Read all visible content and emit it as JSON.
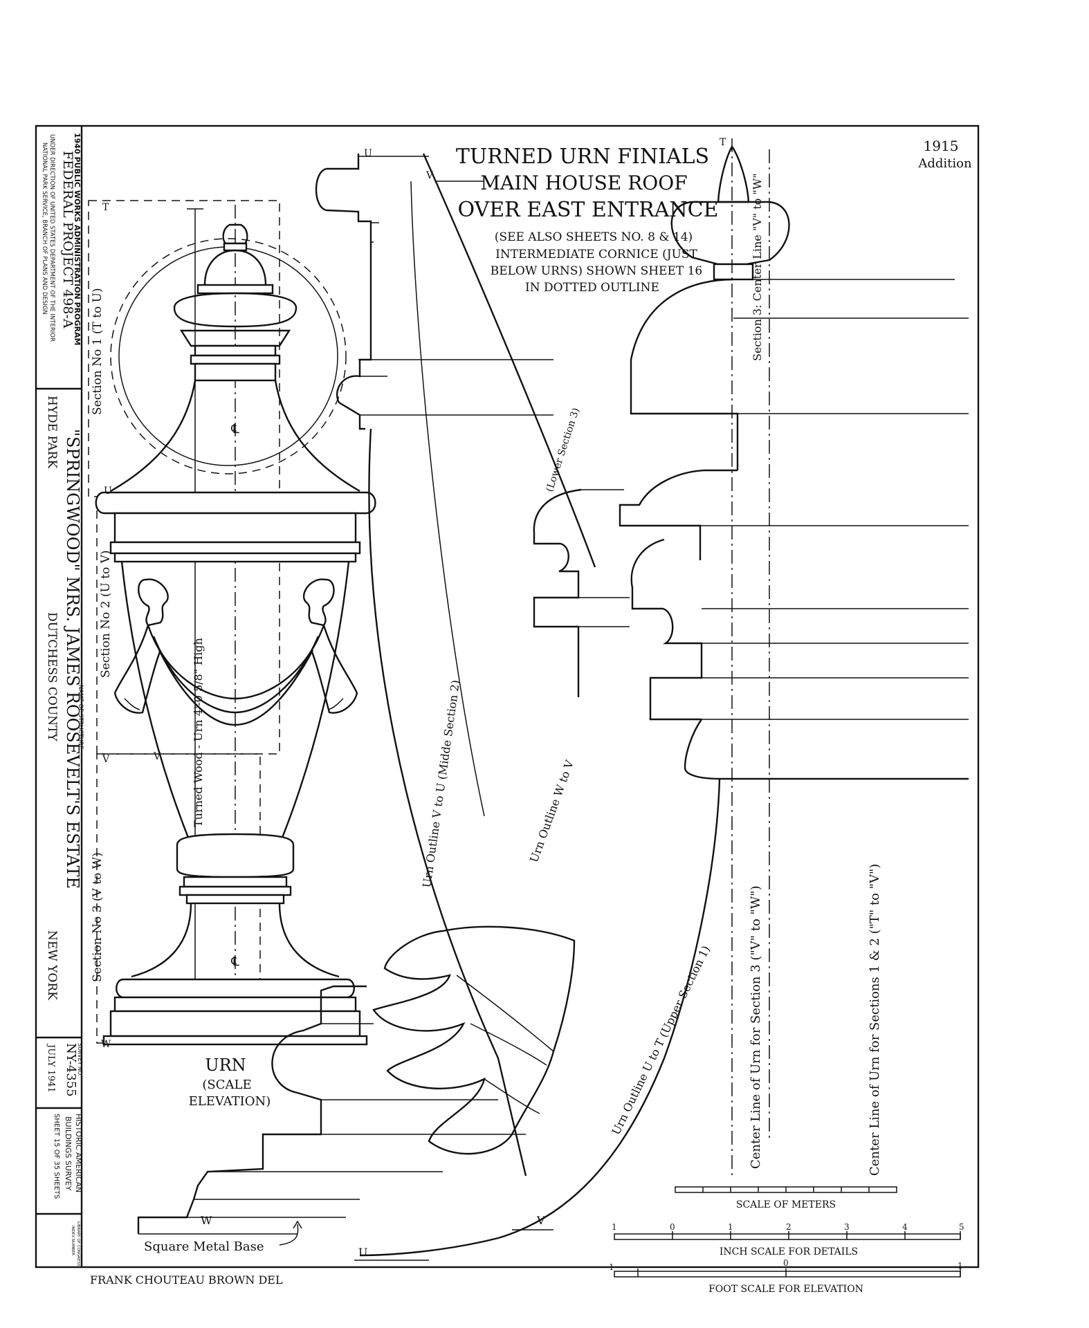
{
  "title_block": {
    "program": "1940 PUBLIC WORKS ADMINISTRATION PROGRAM",
    "project": "FEDERAL PROJECT 498-A",
    "direction_line1": "UNDER DIRECTION OF UNITED STATES DEPARTMENT OF THE INTERIOR",
    "direction_line2": "NATIONAL PARK SERVICE, BRANCH OF PLANS AND DESIGN",
    "name_label": "NAME OF STRUCTURE",
    "structure_name": "\"SPRINGWOOD\" MRS. JAMES ROOSEVELT'S ESTATE",
    "location_town": "HYDE PARK",
    "location_county": "DUTCHESS COUNTY",
    "location_state": "NEW YORK",
    "survey_label": "SURVEY NO.",
    "survey_no": "NY-4355",
    "date": "JULY 1941",
    "habs_line1": "HISTORIC AMERICAN",
    "habs_line2": "BUILDINGS SURVEY",
    "sheet": "SHEET 15 OF 35 SHEETS",
    "loc_line1": "LIBRARY OF CONGRESS",
    "loc_line2": "INDEX NUMBER"
  },
  "heading": {
    "line1": "TURNED URN FINIALS",
    "line2": "MAIN HOUSE ROOF",
    "line3": "OVER EAST ENTRANCE",
    "note1": "(SEE ALSO SHEETS NO. 8 & 14)",
    "note2": "INTERMEDIATE CORNICE (JUST",
    "note3": "BELOW URNS) SHOWN SHEET 16",
    "note4": "IN DOTTED OUTLINE"
  },
  "addition": {
    "year": "1915",
    "label": "Addition"
  },
  "elevation": {
    "title": "URN",
    "scale_label": "(SCALE",
    "elevation_label": "ELEVATION)",
    "height_note": "Turned Wood - Urn 4'-0 5/8\" High",
    "section1": "Section No 1 (T to U)",
    "section2": "Section No 2 (U to V)",
    "section3": "Section No 3 (V to W)",
    "centerline_mark": "℄"
  },
  "markers": {
    "t": "T",
    "u": "U",
    "v": "V",
    "w": "W"
  },
  "details": {
    "lower_section": "(Lower Section 3)",
    "outline_v_u": "Urn Outline V to U (Midde Section 2)",
    "outline_w_v": "Urn Outline W to V",
    "outline_u_t": "Urn Outline U to T (Upper Section 1)",
    "center_sec3_top": "Section 3: Center Line \"V\" to \"W\"",
    "center_sec3": "Center Line of Urn for Section 3 (\"V\" to \"W\")",
    "center_sec12": "Center Line of Urn for Sections 1 & 2 (\"T\" to \"V\")",
    "base_label": "Square Metal Base"
  },
  "scales": {
    "meters_label": "SCALE OF METERS",
    "inch_label": "INCH SCALE FOR DETAILS",
    "foot_label": "FOOT SCALE FOR ELEVATION",
    "inch_ticks": [
      "1",
      "0",
      "1",
      "2",
      "3",
      "4",
      "5"
    ],
    "foot_ticks": [
      "1",
      "0",
      "1"
    ]
  },
  "delineator": "FRANK CHOUTEAU BROWN DEL"
}
